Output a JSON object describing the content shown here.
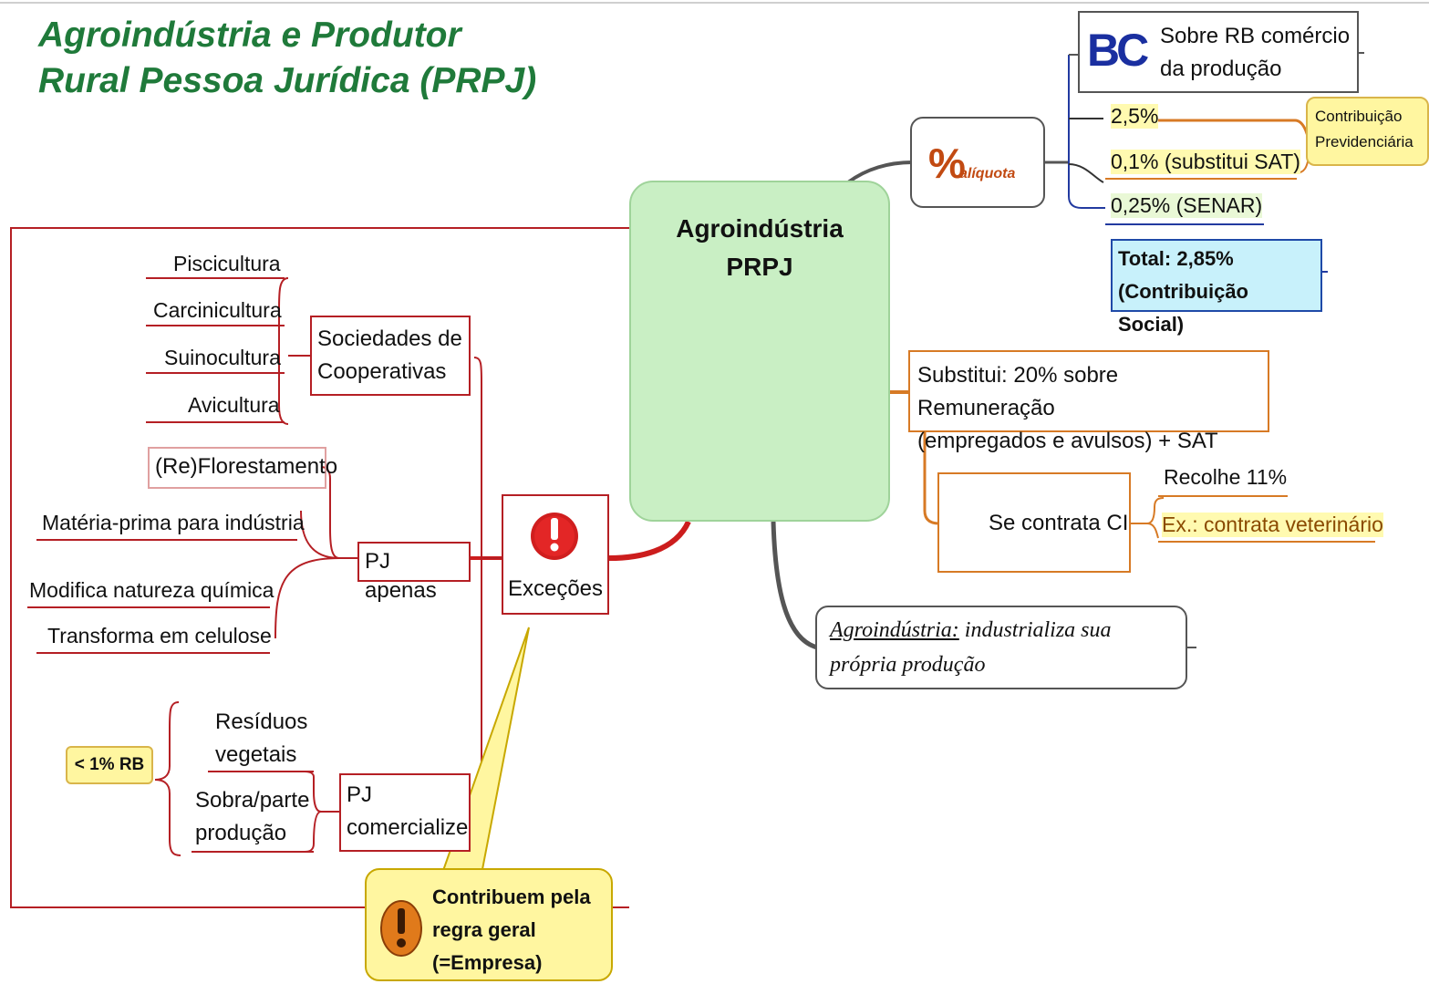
{
  "title": {
    "line1_a": "Agroindústria",
    "line1_b": " e Produtor",
    "line2": "Rural Pessoa Jurídica (PRPJ)"
  },
  "central": {
    "line1": "Agroindústria",
    "line2": "PRPJ"
  },
  "aliquota": {
    "icon_text": "%",
    "icon_word": "alíquota"
  },
  "bc": {
    "icon_text": "BC",
    "line1": "Sobre RB comércio",
    "line2": "da produção"
  },
  "rates": {
    "r1": "2,5%",
    "r2": "0,1% (substitui SAT)",
    "r3": "0,25% (SENAR)",
    "total_line1": "Total: 2,85%",
    "total_line2": "(Contribuição Social)",
    "callout_line1": "Contribuição",
    "callout_line2": "Previdenciária"
  },
  "substitui": {
    "line1": "Substitui: 20% sobre Remuneração",
    "line2": "(empregados e avulsos) + SAT"
  },
  "contrata": {
    "label": "Se contrata CI",
    "recolhe": "Recolhe 11%",
    "exemplo": "Ex.: contrata veterinário"
  },
  "definicao": {
    "term": "Agroindústria:",
    "rest_line1": " industrializa sua",
    "line2": "própria produção"
  },
  "excecoes": {
    "label": "Exceções"
  },
  "cooperativas": {
    "line1": "Sociedades de",
    "line2": "Cooperativas",
    "items": [
      "Piscicultura",
      "Carcinicultura",
      "Suinocultura",
      "Avicultura"
    ]
  },
  "pj_apenas": {
    "label": "PJ apenas",
    "items": [
      "(Re)Florestamento",
      "Matéria-prima para indústria",
      "Modifica natureza química",
      "Transforma em celulose"
    ]
  },
  "pj_comercialize": {
    "line1": "PJ",
    "line2": "comercialize",
    "items": [
      {
        "line1": "Resíduos",
        "line2": "vegetais"
      },
      {
        "line1": "Sobra/parte",
        "line2": "produção"
      }
    ],
    "badge": "< 1% RB"
  },
  "regra_geral": {
    "line1": "Contribuem pela",
    "line2": "regra geral",
    "line3": "(=Empresa)"
  },
  "colors": {
    "title_green": "#1f7a3a",
    "branch_red": "#b51f24",
    "branch_orange": "#d77a25",
    "central_fill": "#c9efc4",
    "callout_yellow": "#fff6a0",
    "total_fill": "#c8f1fb"
  }
}
